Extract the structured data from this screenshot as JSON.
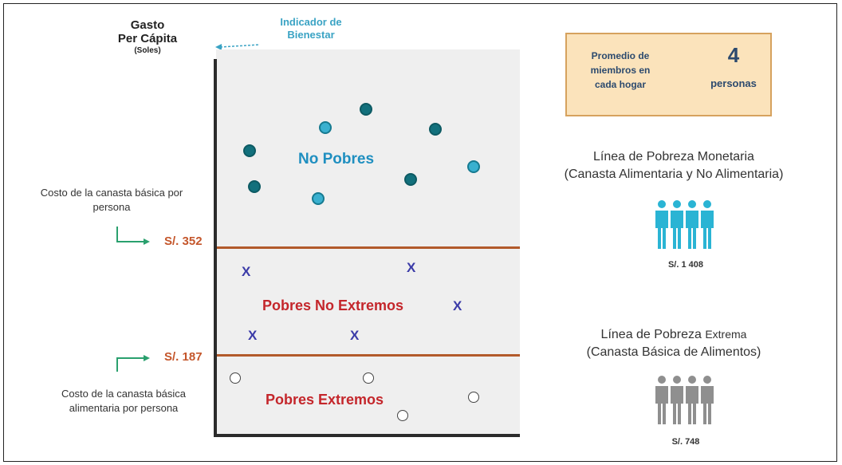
{
  "y_axis": {
    "title_line1": "Gasto",
    "title_line2": "Per Cápita",
    "unit": "(Soles)"
  },
  "indicator": {
    "line1": "Indicador de",
    "line2": "Bienestar"
  },
  "thresholds": {
    "upper": {
      "price": "S/. 352",
      "desc_line1": "Costo de la canasta básica por",
      "desc_line2": "persona"
    },
    "lower": {
      "price": "S/. 187",
      "desc_line1": "Costo de la canasta básica",
      "desc_line2": "alimentaria por persona"
    }
  },
  "regions": {
    "top": "No Pobres",
    "middle": "Pobres No Extremos",
    "bottom": "Pobres Extremos"
  },
  "markers": {
    "cross": "X"
  },
  "household_box": {
    "label_line1": "Promedio de",
    "label_line2": "miembros en",
    "label_line3": "cada hogar",
    "number": "4",
    "unit": "personas"
  },
  "monetary_line": {
    "title_line1": "Línea de Pobreza Monetaria",
    "title_line2": "(Canasta Alimentaria y No Alimentaria)",
    "amount": "S/. 1 408",
    "color": "#2ab4d4"
  },
  "extreme_line": {
    "title_main": "Línea de Pobreza ",
    "title_accent": "Extrema",
    "title_line2": "(Canasta Básica de Alimentos)",
    "amount": "S/. 748",
    "color": "#8f8f8f"
  },
  "colors": {
    "threshold_line": "#b25a2b",
    "price_text": "#c4562b",
    "region_blue": "#1f8fc0",
    "region_red": "#c4262b",
    "cross": "#3b3ba8",
    "arrow": "#2aa06e"
  }
}
